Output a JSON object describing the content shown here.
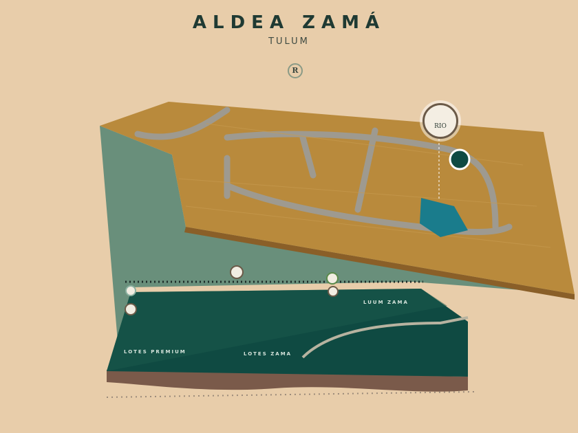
{
  "header": {
    "title": "ALDEA ZAMÁ",
    "subtitle": "TULUM",
    "logo_letter": "R"
  },
  "markers": {
    "rio": "RIO"
  },
  "zones": {
    "lotes_premium": "LOTES PREMIUM",
    "lotes_zama": "LOTES ZAMA",
    "luum_zama": "LUUM ZAMA"
  },
  "colors": {
    "background": "#e8cdaa",
    "plateau": "#b98a3c",
    "forest": "#0f4a42",
    "water": "#1a7c8c",
    "earth": "#7a5a4a"
  }
}
